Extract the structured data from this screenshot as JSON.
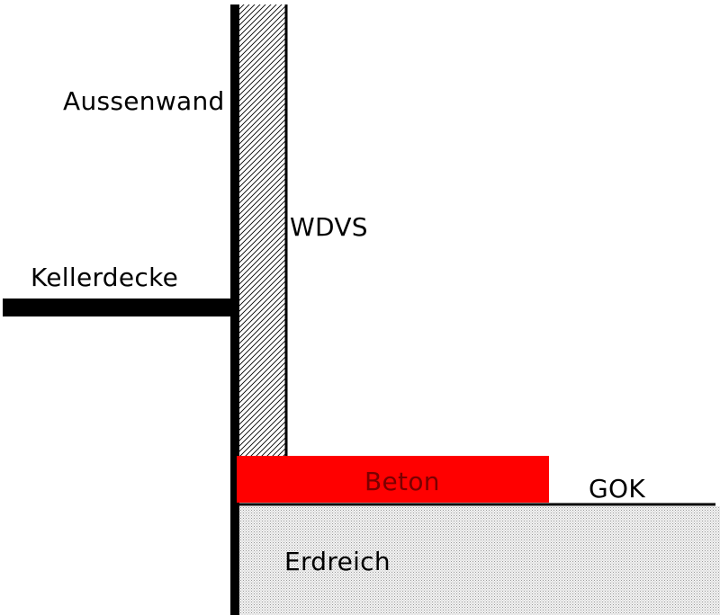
{
  "labels": {
    "outer_wall": "Aussenwand",
    "insulation": "WDVS",
    "basement_ceiling": "Kellerdecke",
    "concrete": "Beton",
    "ground_level": "GOK",
    "soil": "Erdreich"
  },
  "colors": {
    "structure": "#000000",
    "concrete_fill": "#ff0000",
    "concrete_text": "#7a0000",
    "soil_fill": "#e6e6e6",
    "insulation_hatch": "#000000",
    "text": "#000000"
  }
}
